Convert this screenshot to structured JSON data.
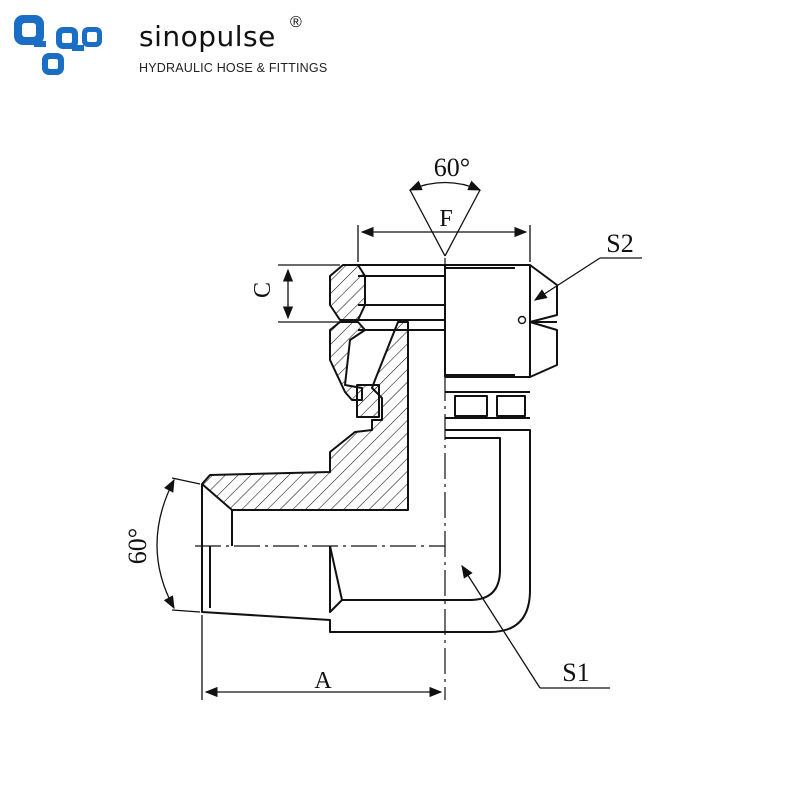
{
  "brand": {
    "name": "sinopulse",
    "registered_mark": "®",
    "tagline": "HYDRAULIC HOSE & FITTINGS",
    "logo_icon": "interlocking-squares-logo",
    "logo_color": "#1a6fc4"
  },
  "drawing": {
    "labels": {
      "angle_top": "60°",
      "angle_left": "60°",
      "dim_f": "F",
      "dim_c": "C",
      "dim_a": "A",
      "wrench_s2": "S2",
      "wrench_s1": "S1"
    },
    "line_color": "#111111"
  }
}
